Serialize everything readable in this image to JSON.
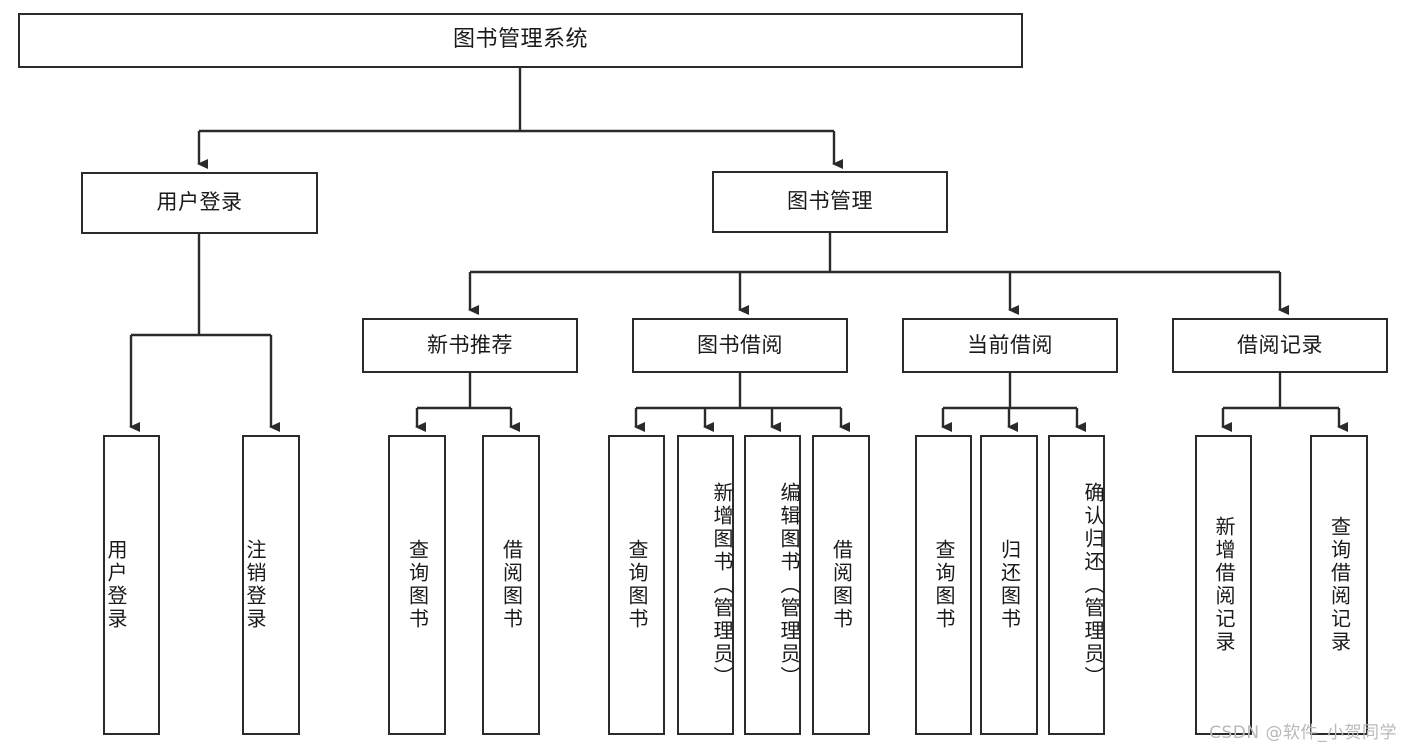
{
  "diagram": {
    "title": "图书管理系统",
    "type": "tree-hierarchy-functional-decomposition",
    "colors": {
      "stroke": "#2b2b2b",
      "fill": "#ffffff",
      "text": "#1a1a1a",
      "watermark": "#b9b9b9"
    },
    "root": {
      "label": "图书管理系统"
    },
    "level1": [
      {
        "label": "用户登录"
      },
      {
        "label": "图书管理"
      }
    ],
    "level2": [
      {
        "label": "新书推荐"
      },
      {
        "label": "图书借阅"
      },
      {
        "label": "当前借阅"
      },
      {
        "label": "借阅记录"
      }
    ],
    "leaves": {
      "user_login": [
        {
          "label": "用户登录"
        },
        {
          "label": "注销登录"
        }
      ],
      "new_book_recommend": [
        {
          "label": "查询图书"
        },
        {
          "label": "借阅图书"
        }
      ],
      "book_borrow": [
        {
          "label": "查询图书"
        },
        {
          "label": "新增图书（管理员）"
        },
        {
          "label": "编辑图书（管理员）"
        },
        {
          "label": "借阅图书"
        }
      ],
      "current_borrow": [
        {
          "label": "查询图书"
        },
        {
          "label": "归还图书"
        },
        {
          "label": "确认归还（管理员）"
        }
      ],
      "borrow_records": [
        {
          "label": "新增借阅记录"
        },
        {
          "label": "查询借阅记录"
        }
      ]
    }
  },
  "watermark": {
    "text": "CSDN @软件_小贺同学"
  }
}
